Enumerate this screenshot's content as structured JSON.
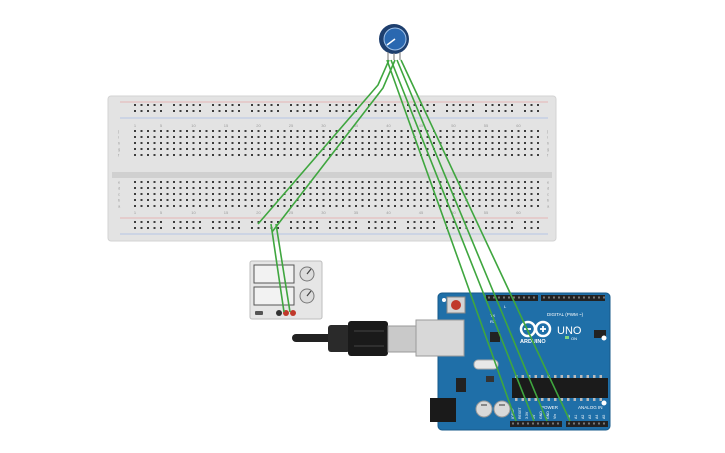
{
  "breadboard": {
    "column_numbers": [
      "1",
      "5",
      "10",
      "15",
      "20",
      "25",
      "30",
      "35",
      "40",
      "45",
      "50",
      "55",
      "60"
    ],
    "row_letters_top": [
      "j",
      "i",
      "h",
      "g",
      "f"
    ],
    "row_letters_bottom": [
      "e",
      "d",
      "c",
      "b",
      "a"
    ]
  },
  "arduino": {
    "logo": "ARDUINO",
    "model": "UNO",
    "digital_label": "DIGITAL (PWM ~)",
    "power_label": "POWER",
    "analog_label": "ANALOG IN",
    "tx_label": "TX",
    "rx_label": "RX",
    "on_label": "ON",
    "l_label": "L",
    "power_pin_labels": [
      "IOREF",
      "RESET",
      "3.3V",
      "5V",
      "GND",
      "GND",
      "Vin"
    ],
    "analog_pin_labels": [
      "A0",
      "A1",
      "A2",
      "A3",
      "A4",
      "A5"
    ]
  },
  "colors": {
    "wire": "#3fa63f",
    "board": "#1f6fa8",
    "breadboard": "#e5e5e5",
    "pot": "#2a68b0"
  }
}
